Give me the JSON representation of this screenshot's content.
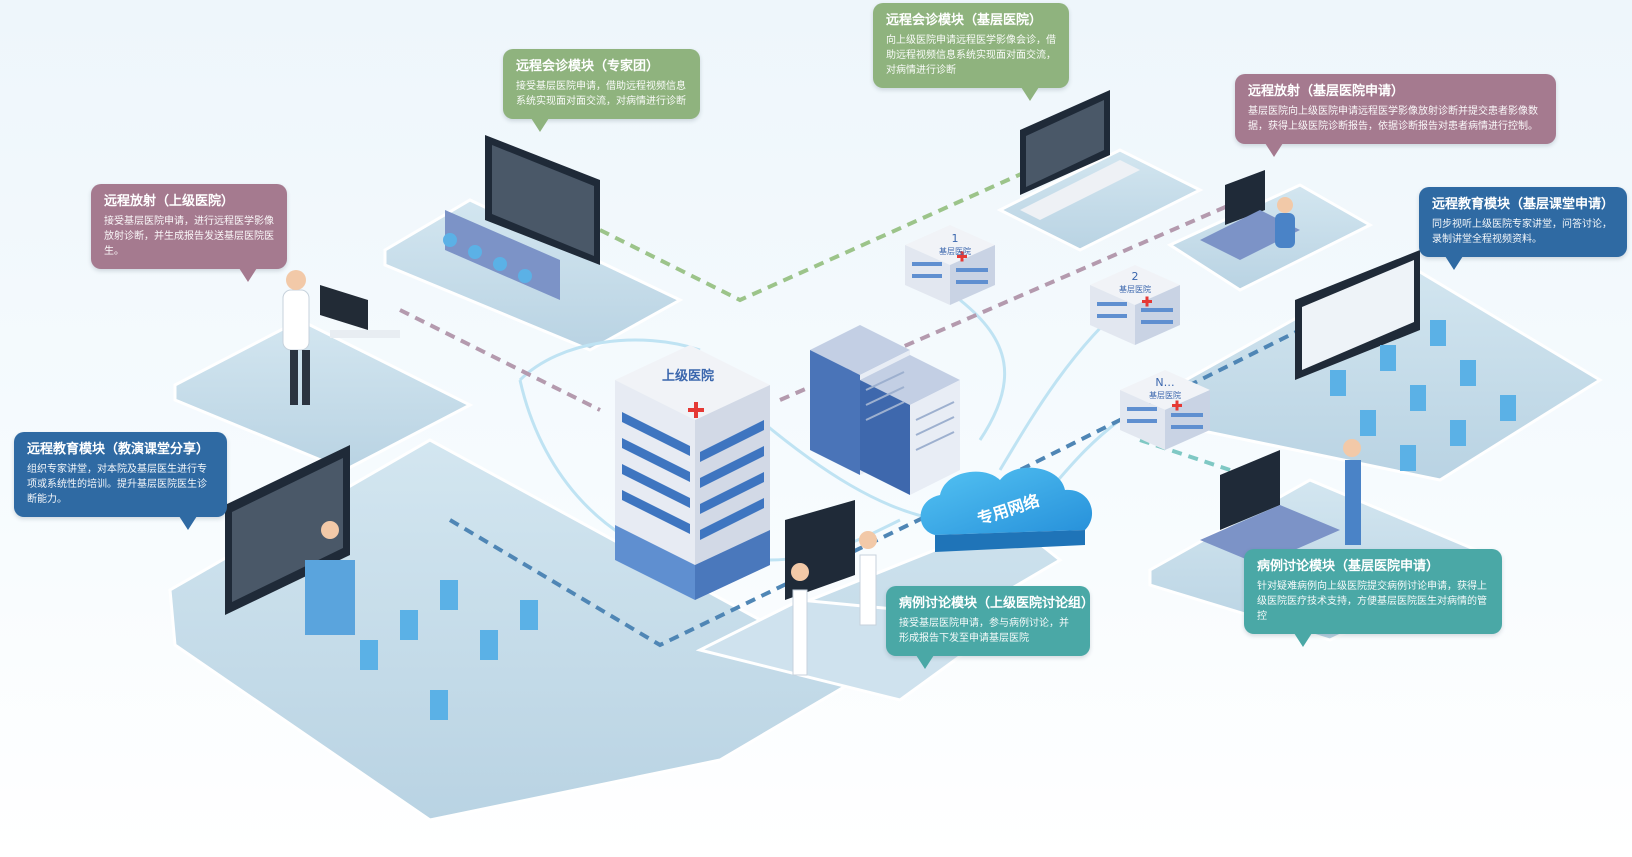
{
  "colors": {
    "green": "#8fb37e",
    "mauve": "#a57a8f",
    "navy": "#2f6aa3",
    "teal": "#4aa8a6",
    "platform": "#c4dbe8",
    "cloud": "#3aa8e6",
    "link_green": "#9cc48a",
    "link_mauve": "#b49aae",
    "link_blue": "#4f86b5"
  },
  "callouts": {
    "expert_consult": {
      "title": "远程会诊模块（专家团）",
      "desc": "接受基层医院申请，借助远程视频信息系统实现面对面交流，对病情进行诊断"
    },
    "primary_consult": {
      "title": "远程会诊模块（基层医院）",
      "desc": "向上级医院申请远程医学影像会诊，借助远程视频信息系统实现面对面交流，对病情进行诊断"
    },
    "radiology_primary": {
      "title": "远程放射（基层医院申请）",
      "desc": "基层医院向上级医院申请远程医学影像放射诊断并提交患者影像数据，获得上级医院诊断报告，依据诊断报告对患者病情进行控制。"
    },
    "radiology_upper": {
      "title": "远程放射（上级医院）",
      "desc": "接受基层医院申请，进行远程医学影像放射诊断，并生成报告发送基层医院医生。"
    },
    "education_primary": {
      "title": "远程教育模块（基层课堂申请）",
      "desc": "同步视听上级医院专家讲堂，问答讨论，录制讲堂全程视频资料。"
    },
    "education_share": {
      "title": "远程教育模块（教演课堂分享）",
      "desc": "组织专家讲堂，对本院及基层医生进行专项或系统性的培训。提升基层医院医生诊断能力。"
    },
    "case_upper": {
      "title": "病例讨论模块（上级医院讨论组）",
      "desc": "接受基层医院申请，参与病例讨论，并形成报告下发至申请基层医院"
    },
    "case_primary": {
      "title": "病例讨论模块（基层医院申请）",
      "desc": "针对疑难病例向上级医院提交病例讨论申请，获得上级医院医疗技术支持，方便基层医院医生对病情的管控"
    }
  },
  "buildings": {
    "upper": {
      "label": "上级医院"
    },
    "primary1": {
      "number": "1",
      "label": "基层医院"
    },
    "primary2": {
      "number": "2",
      "label": "基层医院"
    },
    "primaryN": {
      "number": "N…",
      "label": "基层医院"
    }
  },
  "network": {
    "label": "专用网络"
  }
}
